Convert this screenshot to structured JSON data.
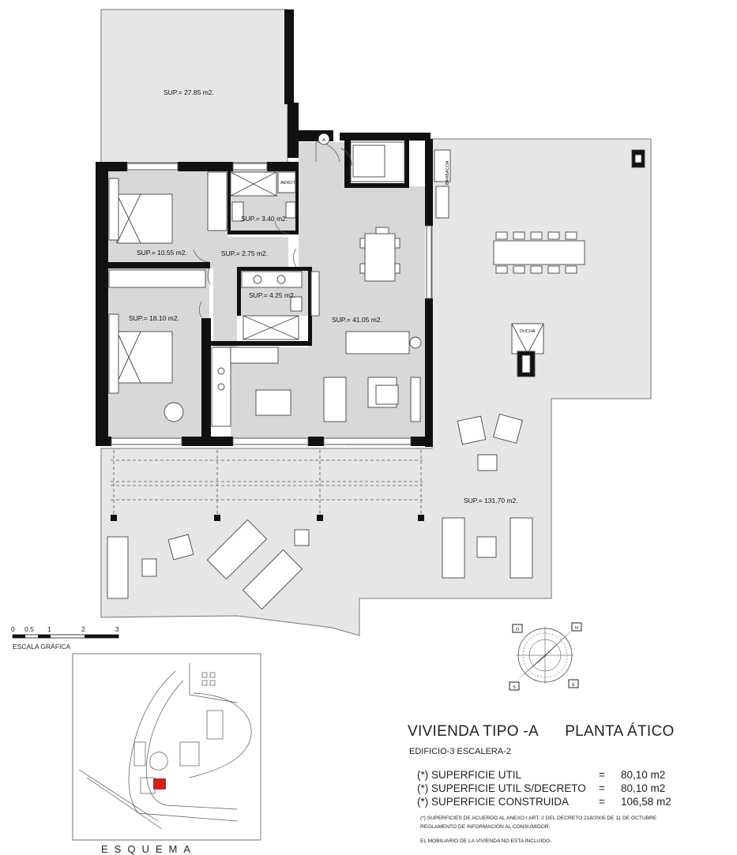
{
  "rooms": {
    "top_terrace": "SUP.= 27.85 m2.",
    "bedroom_1": "SUP.= 10.55 m2.",
    "hall": "SUP.= 2.75 m2.",
    "bath_1": "SUP.= 3.40 m2.",
    "bath_2": "SUP.= 4.25 m2.",
    "bedroom_2": "SUP.= 18.10 m2.",
    "living": "SUP.= 41.05 m2.",
    "terrace": "SUP.= 131.70 m2."
  },
  "fixtures": {
    "aerot": "AEROT.",
    "barbacoa": "BARBACOA",
    "ducha": "DUCHA",
    "entry_marker": "A"
  },
  "scale": {
    "ticks": [
      "0",
      "0.5",
      "1",
      "2",
      "3"
    ],
    "label": "ESCALA GRÁFICA"
  },
  "compass": {
    "labels": [
      "O",
      "N",
      "S",
      "E"
    ]
  },
  "title": {
    "type": "VIVIENDA TIPO -A",
    "floor": "PLANTA ÁTICO",
    "building": "EDIFICIO-3   ESCALERA-2"
  },
  "areas": [
    {
      "name": "(*) SUPERFICIE  UTIL",
      "eq": "=",
      "value": "80,10 m2"
    },
    {
      "name": "(*) SUPERFICIE  UTIL S/DECRETO",
      "eq": "=",
      "value": "80,10 m2"
    },
    {
      "name": "(*) SUPERFICIE  CONSTRUIDA",
      "eq": "=",
      "value": "106,58 m2"
    }
  ],
  "notes": {
    "decree_line1": "(*) SUPERFICIES DE ACUERDO AL ANEXO I ART. 2 DEL DECRETO 218/2005 DE 11 DE OCTUBRE",
    "decree_line2": "REGLAMENTO DE INFORMACIÓN AL CONSUMIDOR.",
    "furniture": "EL MOBILIARIO DE LA VIVIENDA NO ESTA INCLUIDO."
  },
  "esquema": {
    "label": "ESQUEMA"
  },
  "colors": {
    "terrace_fill": "#e6e6e6",
    "room_fill": "#d8d8d8",
    "wall": "#111111",
    "highlight": "#cc2222"
  }
}
